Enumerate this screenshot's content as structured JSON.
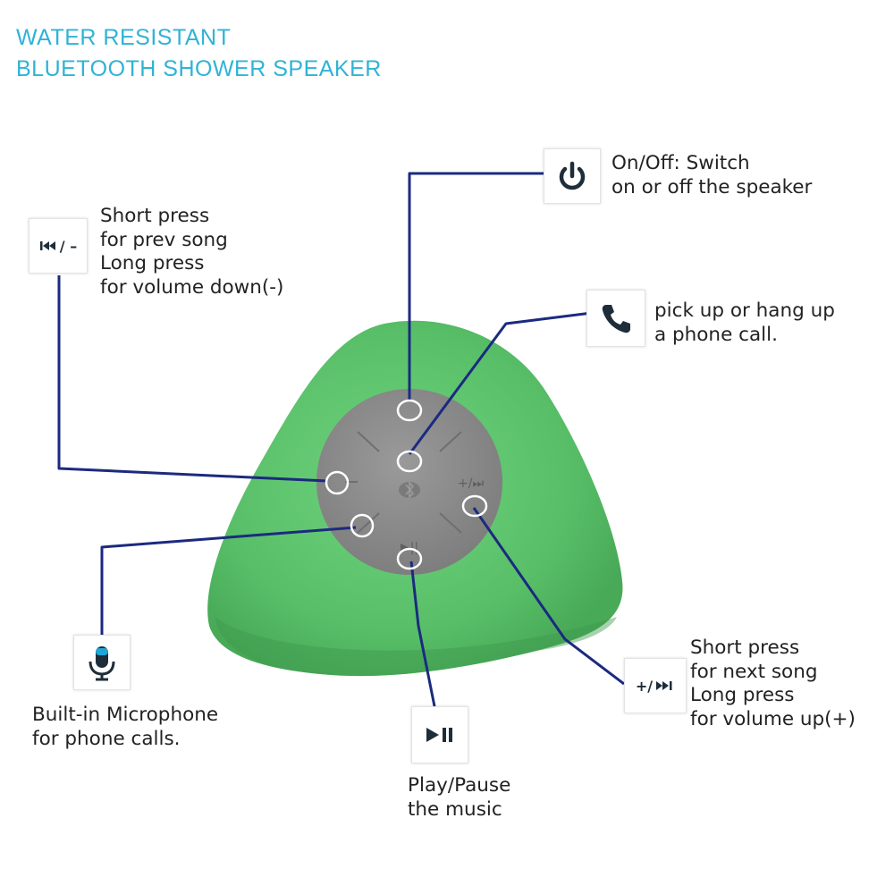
{
  "title": {
    "line1": "WATER RESISTANT",
    "line2": "BLUETOOTH SHOWER SPEAKER"
  },
  "colors": {
    "title": "#2fb3d6",
    "speaker_body": "#5ec46e",
    "button_panel": "#8a8a8a",
    "callout_line": "#1b2a80",
    "text": "#222222"
  },
  "callouts": {
    "power": {
      "icon": "power-icon",
      "lines": [
        "On/Off: Switch",
        "on or off the speaker"
      ]
    },
    "prev": {
      "icon": "prev-volume-down-icon",
      "box_text": "/ –",
      "lines": [
        "Short press",
        "for prev song",
        "Long press",
        "for volume down(-)"
      ]
    },
    "phone": {
      "icon": "phone-icon",
      "lines": [
        "pick up or hang up",
        "a phone call."
      ]
    },
    "mic": {
      "icon": "microphone-icon",
      "lines": [
        "Built-in Microphone",
        "for phone calls."
      ]
    },
    "play": {
      "icon": "play-pause-icon",
      "lines": [
        "Play/Pause",
        "the music"
      ]
    },
    "next": {
      "icon": "next-volume-up-icon",
      "box_text": "+/",
      "lines": [
        "Short press",
        "for next song",
        "Long press",
        "for volume up(+)"
      ]
    }
  }
}
